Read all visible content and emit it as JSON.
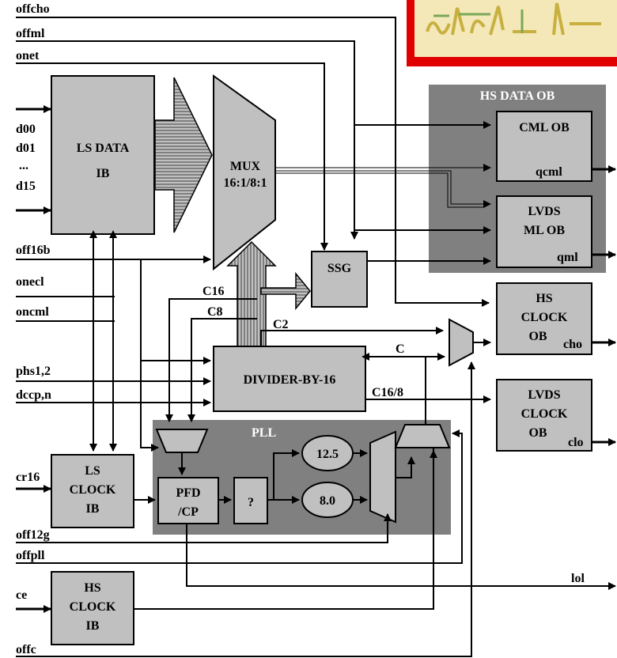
{
  "signals": {
    "offcho": "offcho",
    "offml": "offml",
    "onet": "onet",
    "d00": "d00",
    "d01": "d01",
    "dots": "...",
    "d15": "d15",
    "off16b": "off16b",
    "onecl": "onecl",
    "oncml": "oncml",
    "phs": "phs1,2",
    "dccp": "dccp,n",
    "cr16": "cr16",
    "off12g": "off12g",
    "offpll": "offpll",
    "ce": "ce",
    "offc": "offc",
    "qcml": "qcml",
    "qml": "qml",
    "cho": "cho",
    "clo": "clo",
    "lol": "lol",
    "c16": "C16",
    "c8": "C8",
    "c2": "C2",
    "c": "C",
    "c16_8": "C16/8"
  },
  "blocks": {
    "ls_data_ib": [
      "LS DATA",
      "IB"
    ],
    "mux": [
      "MUX",
      "16:1/8:1"
    ],
    "ssg": "SSG",
    "divider": "DIVIDER-BY-16",
    "hs_data_ob_title": "HS DATA OB",
    "cml_ob": "CML OB",
    "lvds_ml_ob": [
      "LVDS",
      "ML OB"
    ],
    "hs_clock_ob": [
      "HS",
      "CLOCK",
      "OB"
    ],
    "lvds_clock_ob": [
      "LVDS",
      "CLOCK",
      "OB"
    ],
    "pll_title": "PLL",
    "ls_clock_ib": [
      "LS",
      "CLOCK",
      "IB"
    ],
    "pfd_cp": [
      "PFD",
      "/CP"
    ],
    "filter": "?",
    "vco_125": "12.5",
    "vco_80": "8.0",
    "hs_clock_ib": [
      "HS",
      "CLOCK",
      "IB"
    ]
  },
  "colors": {
    "block_fill": "#c0c0c0",
    "group_fill": "#808080",
    "frame_red": "#e00000"
  }
}
